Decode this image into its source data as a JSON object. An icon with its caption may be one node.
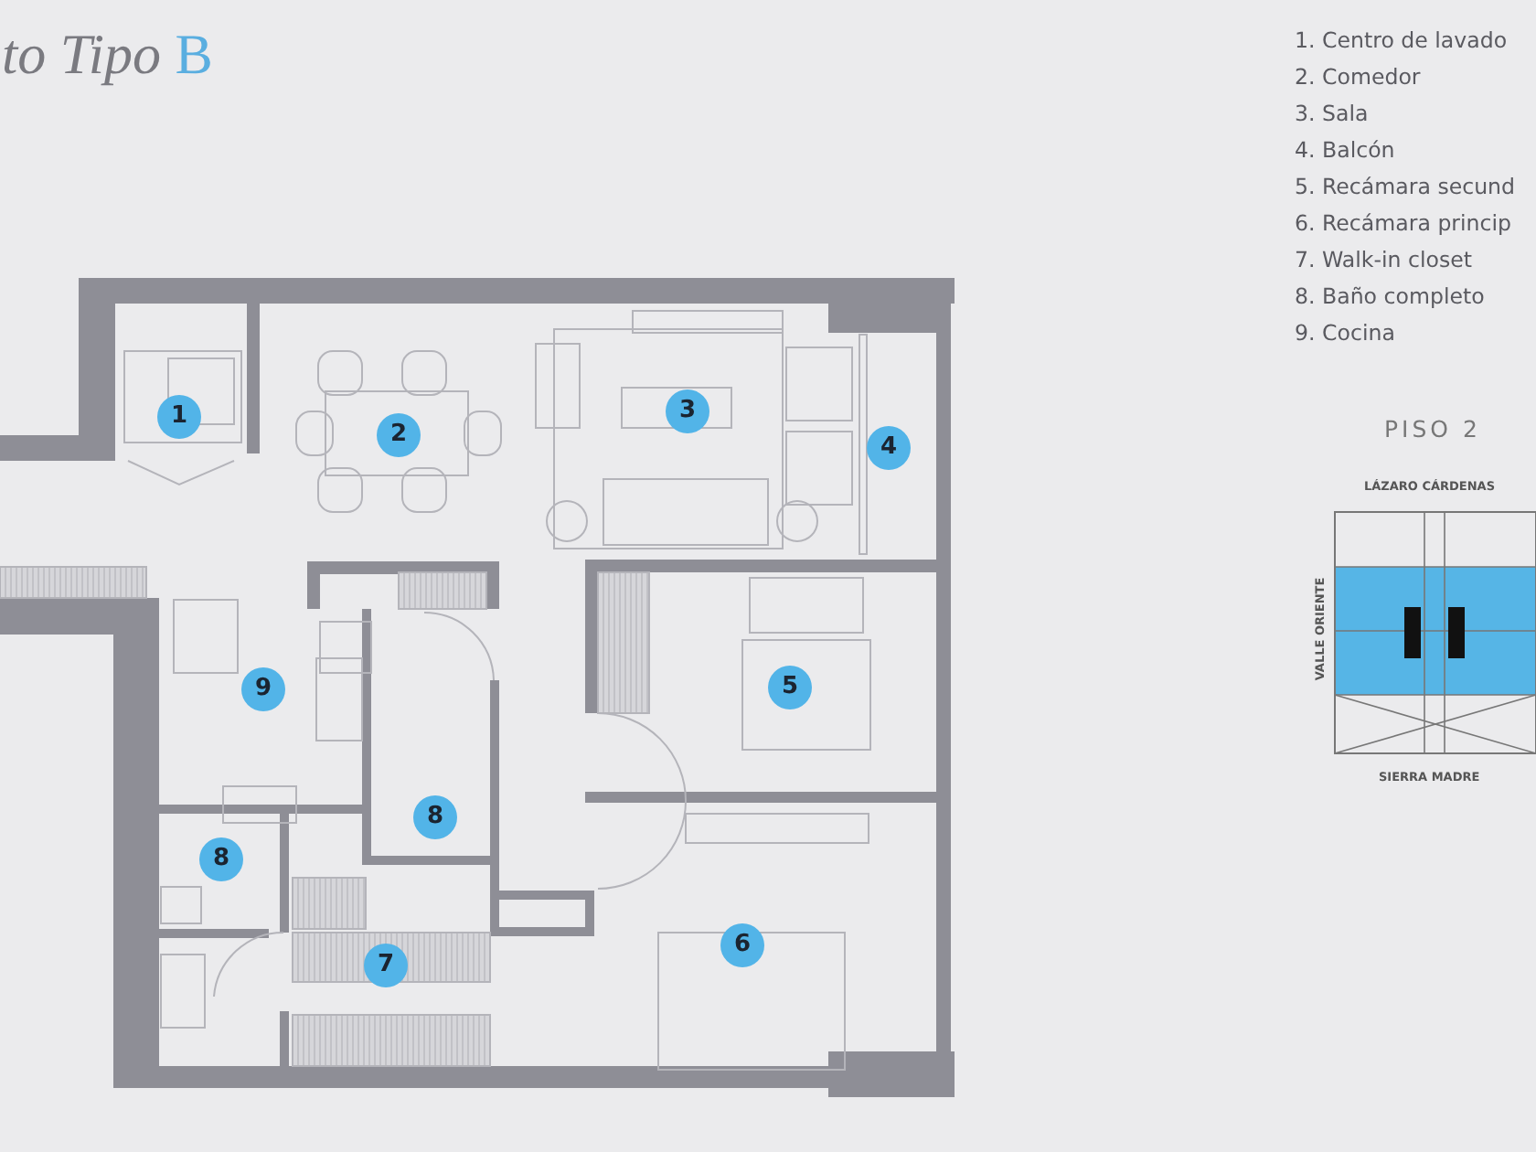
{
  "diagram": {
    "title": "to Tipo B",
    "labels": [
      "1. Centro de lavado",
      "2. Comedor",
      "3. Sala",
      "4. Balcón",
      "5. Recámara secund",
      "6. Recámara princip",
      "7. Walk-in closet",
      "8. Baño completo",
      "9. Cocina",
      "1",
      "2",
      "3",
      "4",
      "9",
      "5",
      "8",
      "8",
      "6",
      "7",
      "PISO 2",
      "LÁZARO CÁRDENAS",
      "VALLE ORIENTE",
      "SIERRA MADRE"
    ]
  }
}
